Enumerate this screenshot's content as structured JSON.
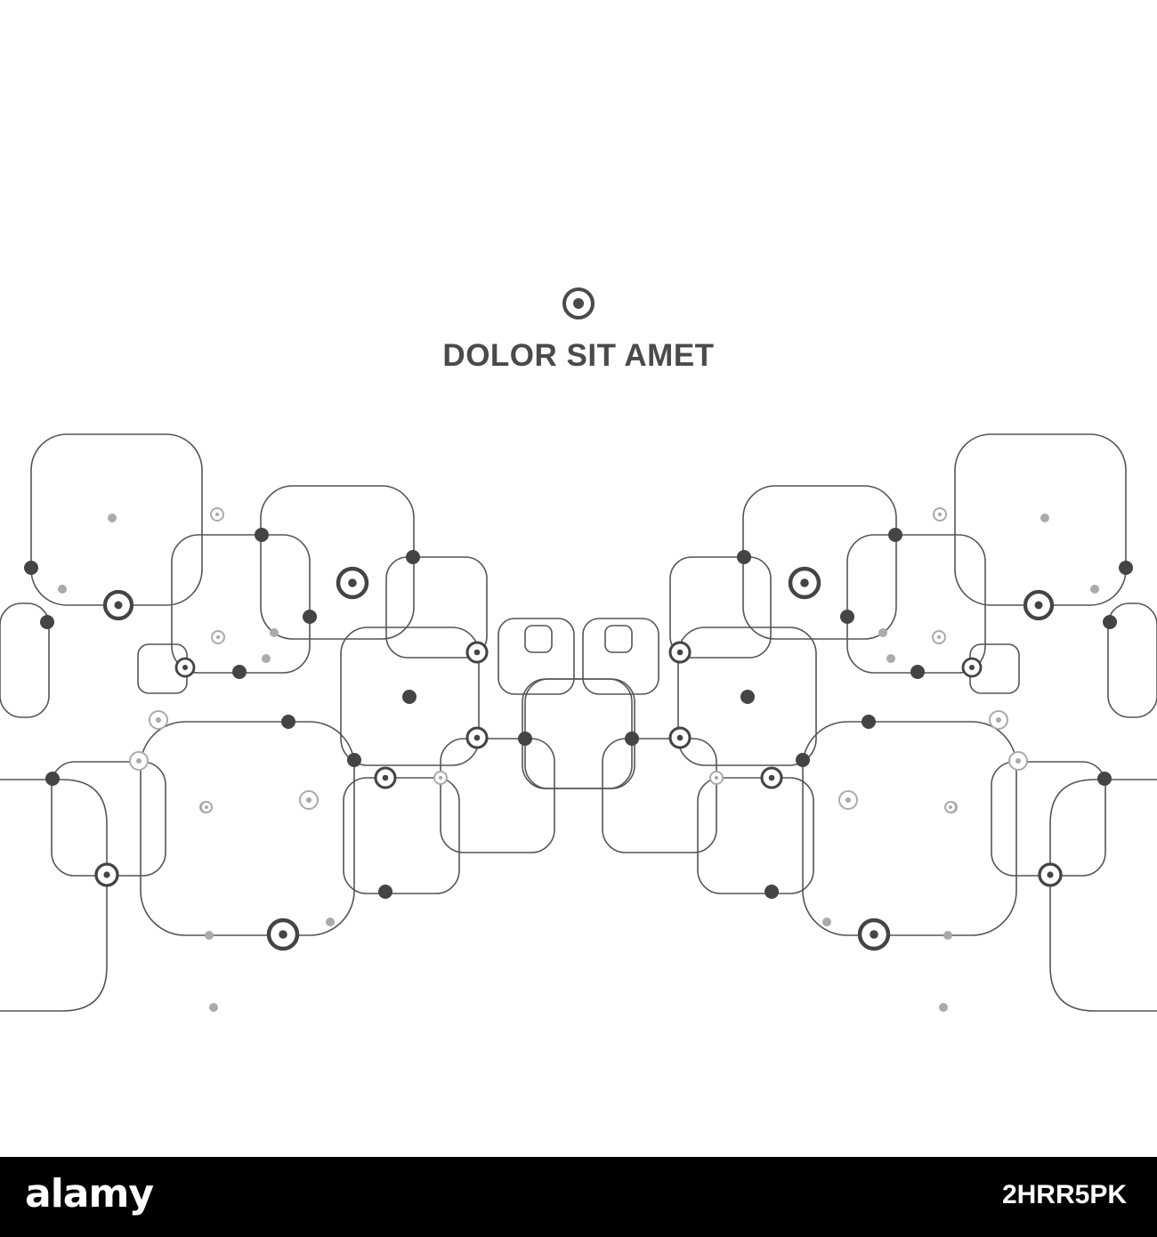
{
  "headline": "DOLOR SIT AMET",
  "footer": {
    "brand": "alamy",
    "stock_id": "2HRR5PK",
    "brand_extra": "",
    "stock_id_line2": ""
  },
  "colors": {
    "background": "#ffffff",
    "line": "#555555",
    "dot_dark": "#444444",
    "dot_light": "#aaaaaa",
    "text": "#4a4a4a",
    "footer_bg": "#000000"
  },
  "icons": {
    "logo": "target-ring-icon"
  }
}
